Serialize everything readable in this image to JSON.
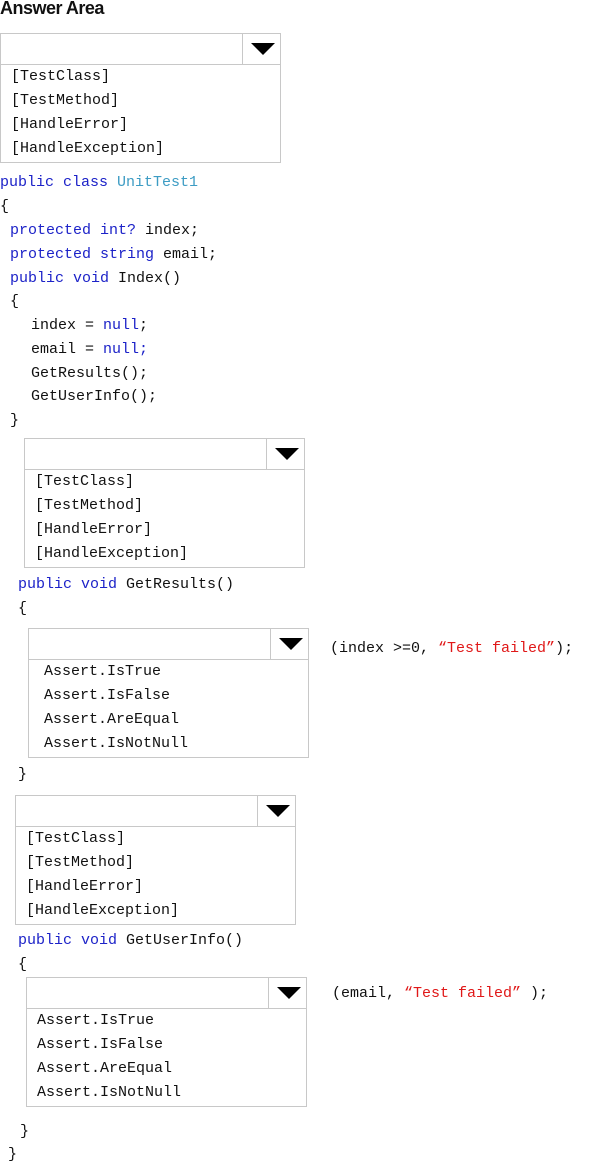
{
  "title": "Answer Area",
  "colors": {
    "keyword": "#1c22c8",
    "class_name": "#3d9cc4",
    "string": "#e01818"
  },
  "attribute_options": [
    "[TestClass]",
    "[TestMethod]",
    "[HandleError]",
    "[HandleException]"
  ],
  "assert_options": [
    "Assert.IsTrue",
    "Assert.IsFalse",
    "Assert.AreEqual",
    "Assert.IsNotNull"
  ],
  "code": {
    "class_decl": {
      "kw": "public class ",
      "name": "UnitTest1"
    },
    "open_class": "{",
    "field1": {
      "kw": "protected int?",
      "rest": " index;"
    },
    "field2": {
      "kw": "protected string",
      "rest": " email;"
    },
    "index_decl": {
      "kw": "public void",
      "rest": " Index()"
    },
    "index_open": "{",
    "line_index": {
      "pre": "index = ",
      "kw": "null",
      "post": ";"
    },
    "line_email": {
      "pre": "email = ",
      "kw": "null;"
    },
    "call1": "GetResults();",
    "call2": "GetUserInfo();",
    "index_close": "}",
    "getresults_decl": {
      "kw": "public void",
      "rest": " GetResults()"
    },
    "getresults_open": "{",
    "assert1_args": {
      "pre": "(index >=0, ",
      "str": "“Test failed”",
      "post": ");"
    },
    "getresults_close": "}",
    "getuserinfo_decl": {
      "kw": "public void",
      "rest": " GetUserInfo()"
    },
    "getuserinfo_open": "{",
    "assert2_args": {
      "pre": "(email, ",
      "str": "“Test failed”",
      "post": " );"
    },
    "getuserinfo_close": "}",
    "close_class": "}"
  }
}
